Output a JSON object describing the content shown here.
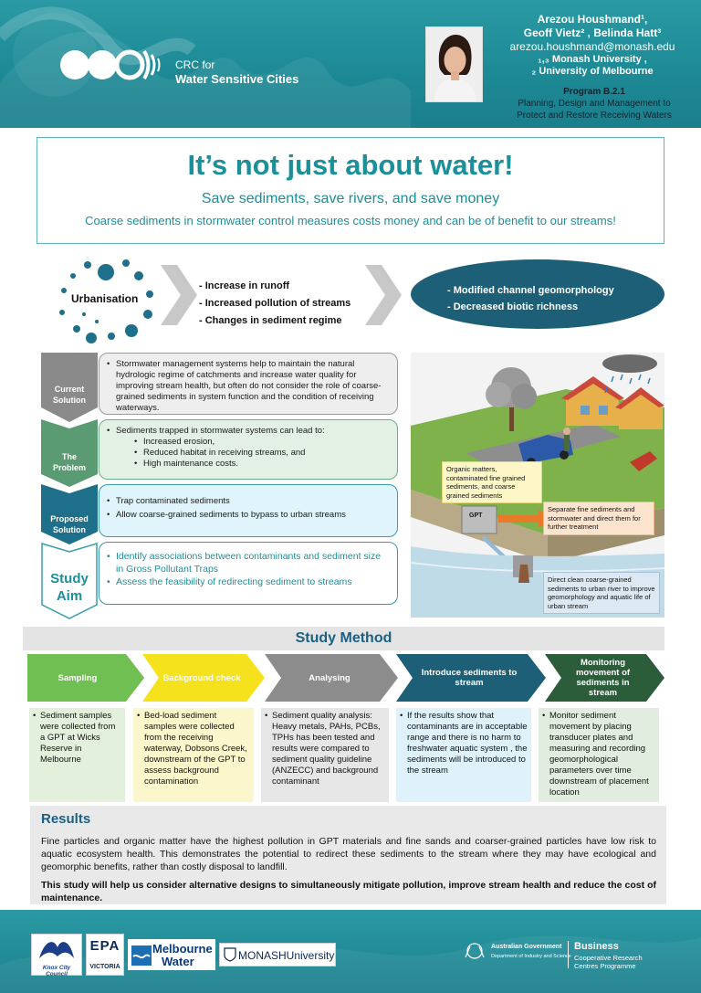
{
  "header": {
    "logo": {
      "line1": "CRC for",
      "line2": "Water Sensitive Cities"
    },
    "authors": {
      "line1": "Arezou Houshmand¹,",
      "line2": "Geoff Vietz² , Belinda Hatt³",
      "email": "arezou.houshmand@monash.edu",
      "aff1": "₁,₃ Monash University ,",
      "aff2": "₂ University of Melbourne"
    },
    "program": {
      "code": "Program B.2.1",
      "line1": "Planning, Design and Management to",
      "line2": "Protect and Restore Receiving Waters"
    }
  },
  "title": {
    "main": "It’s not just about water!",
    "sub": "Save sediments, save rivers, and save money",
    "sub2": "Coarse sediments in stormwater control measures costs money and can be of benefit to our streams!"
  },
  "urbanisation": {
    "label": "Urbanisation",
    "effects": [
      "- Increase in runoff",
      "- Increased pollution of streams",
      "- Changes in sediment regime"
    ],
    "outcomes": [
      "- Modified channel geomorphology",
      "- Decreased biotic richness"
    ]
  },
  "rows": {
    "current": {
      "label_line1": "Current",
      "label_line2": "Solution",
      "text": "Stormwater management systems help to maintain the natural hydrologic regime of catchments and increase water quality for improving stream health, but often do not consider the role of coarse-grained sediments in system function and the condition of receiving waterways."
    },
    "problem": {
      "label_line1": "The",
      "label_line2": "Problem",
      "intro": "Sediments trapped in stormwater systems can lead to:",
      "items": [
        "Increased erosion,",
        "Reduced habitat in receiving streams, and",
        "High maintenance costs."
      ]
    },
    "proposed": {
      "label_line1": "Proposed",
      "label_line2": "Solution",
      "items": [
        "Trap contaminated sediments",
        "Allow coarse-grained sediments to bypass to urban streams"
      ]
    },
    "aim": {
      "label_line1": "Study",
      "label_line2": "Aim",
      "items": [
        "Identify associations between contaminants and sediment size in Gross Pollutant Traps",
        "Assess the feasibility of redirecting sediment to streams"
      ]
    }
  },
  "illustration": {
    "callout1": "Organic matters, contaminated fine grained sediments, and coarse grained sediments",
    "callout2": "Separate fine sediments and stormwater and direct them for further treatment",
    "callout3": "Direct clean coarse-grained sediments to urban river to improve geomorphology and aquatic life of urban stream",
    "gpt": "GPT"
  },
  "method": {
    "title": "Study Method",
    "steps": [
      {
        "label": "Sampling",
        "color": "#6fbf52"
      },
      {
        "label": "Background check",
        "color": "#f5e11c"
      },
      {
        "label": "Analysing",
        "color": "#8c8c8c"
      },
      {
        "label": "Introduce sediments to stream",
        "color": "#1d5f77"
      },
      {
        "label": "Monitoring movement of sediments in stream",
        "color": "#2b5d3a"
      }
    ],
    "boxes": [
      "Sediment samples were collected from a GPT at Wicks Reserve in Melbourne",
      "Bed-load sediment samples were collected from the receiving waterway, Dobsons Creek, downstream of the GPT to assess background contamination",
      "Sediment quality  analysis: Heavy metals, PAHs, PCBs, TPHs has been tested and results were compared to sediment quality guideline (ANZECC) and background contaminant",
      "If the results show that contaminants are in acceptable range and there is no harm to freshwater aquatic system , the sediments will be introduced to the stream",
      " Monitor sediment movement by placing transducer plates and measuring and recording geomorphological parameters over time downstream of placement location"
    ]
  },
  "results": {
    "title": "Results",
    "p1": "Fine particles and organic matter have the highest pollution in GPT materials and fine sands and coarser-grained particles have low risk to aquatic ecosystem health. This demonstrates the potential to redirect these sediments to the stream where they may have ecological and geomorphic benefits, rather than costly disposal to landfill.",
    "p2": "This study will help us consider alternative designs to simultaneously mitigate pollution, improve stream health and reduce the cost of maintenance."
  },
  "footer": {
    "knox": "Knox City Council",
    "epa1": "EPA",
    "epa2": "VICTORIA",
    "mw1": "Melbourne",
    "mw2": "Water",
    "monash1": "MONASH",
    "monash2": "University",
    "gov1": "Australian Government",
    "gov2": "Department of Industry and Science",
    "crc1": "Business",
    "crc2": "Cooperative Research",
    "crc3": "Centres Programme"
  },
  "colors": {
    "teal": "#1b8f9a",
    "navy": "#1d5f77",
    "tab_grey": "#8a8a8a",
    "tab_green": "#5b9b73",
    "tab_blue": "#1d6f8a"
  }
}
